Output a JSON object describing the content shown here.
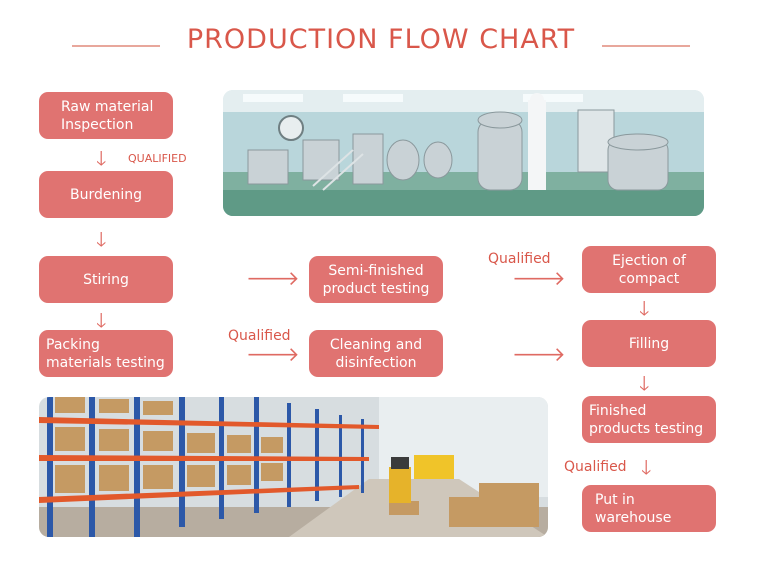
{
  "title": "PRODUCTION FLOW CHART",
  "colors": {
    "box_fill": "#e07371",
    "box_text": "#ffffff",
    "title": "#d9574a",
    "arrow": "#df6a62",
    "rule": "#e8a79c"
  },
  "steps": {
    "raw_material": "Raw material\nInspection",
    "burdening": "Burdening",
    "stiring": "Stiring",
    "packing": "Packing\nmaterials testing",
    "semi_finished": "Semi-finished\nproduct testing",
    "cleaning": "Cleaning and\ndisinfection",
    "ejection": "Ejection of\ncompact",
    "filling": "Filling",
    "finished": "Finished\nproducts testing",
    "warehouse": "Put in\nwarehouse"
  },
  "labels": {
    "qualified_upper": "QUALIFIED",
    "qualified_1": "Qualified",
    "qualified_2": "Qualified",
    "qualified_3": "Qualified"
  },
  "photos": [
    "factory-production-floor-photo",
    "warehouse-racks-photo"
  ]
}
